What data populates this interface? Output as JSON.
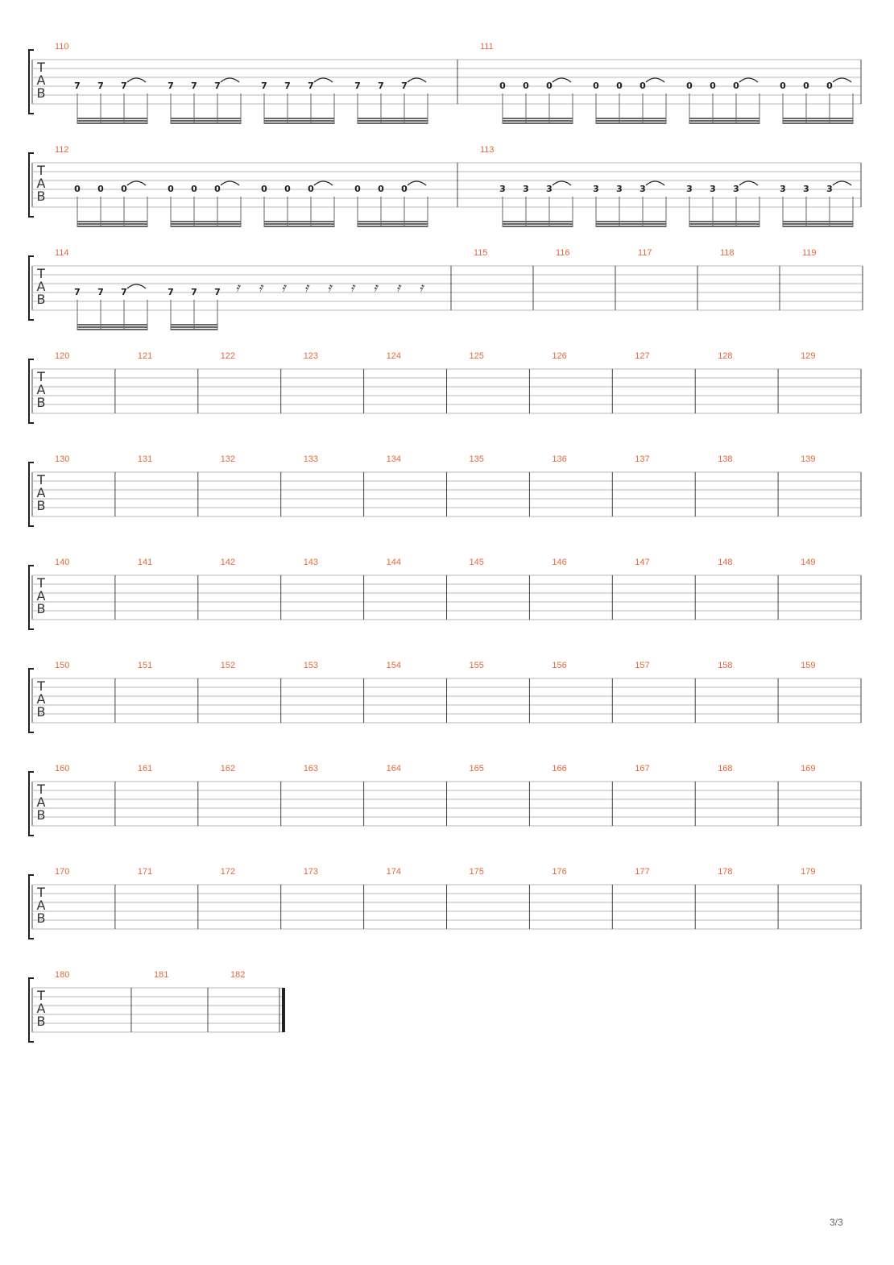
{
  "page": {
    "number": "3/3",
    "tab_clef": [
      "T",
      "A",
      "B"
    ],
    "rest_symbol": "𝄿",
    "colors": {
      "measure_number": "#e8663a",
      "staff_line": "#b8b8b8",
      "barline": "#444444",
      "notation": "#1e1e1e",
      "beam": "#666666"
    }
  },
  "systems": [
    {
      "measures": [
        {
          "number": "110",
          "frets": [
            "7",
            "7",
            "7",
            "7",
            "7",
            "7",
            "7",
            "7",
            "7",
            "7",
            "7",
            "7"
          ]
        },
        {
          "number": "111",
          "frets": [
            "0",
            "0",
            "0",
            "0",
            "0",
            "0",
            "0",
            "0",
            "0",
            "0",
            "0",
            "0"
          ]
        }
      ]
    },
    {
      "measures": [
        {
          "number": "112",
          "frets": [
            "0",
            "0",
            "0",
            "0",
            "0",
            "0",
            "0",
            "0",
            "0",
            "0",
            "0",
            "0"
          ]
        },
        {
          "number": "113",
          "frets": [
            "3",
            "3",
            "3",
            "3",
            "3",
            "3",
            "3",
            "3",
            "3",
            "3",
            "3",
            "3"
          ]
        }
      ]
    },
    {
      "measures": [
        {
          "number": "114",
          "frets": [
            "7",
            "7",
            "7",
            "7",
            "7",
            "7"
          ],
          "rests": 9
        },
        {
          "number": "115"
        },
        {
          "number": "116"
        },
        {
          "number": "117"
        },
        {
          "number": "118"
        },
        {
          "number": "119"
        }
      ]
    },
    {
      "measures": [
        {
          "number": "120"
        },
        {
          "number": "121"
        },
        {
          "number": "122"
        },
        {
          "number": "123"
        },
        {
          "number": "124"
        },
        {
          "number": "125"
        },
        {
          "number": "126"
        },
        {
          "number": "127"
        },
        {
          "number": "128"
        },
        {
          "number": "129"
        }
      ]
    },
    {
      "measures": [
        {
          "number": "130"
        },
        {
          "number": "131"
        },
        {
          "number": "132"
        },
        {
          "number": "133"
        },
        {
          "number": "134"
        },
        {
          "number": "135"
        },
        {
          "number": "136"
        },
        {
          "number": "137"
        },
        {
          "number": "138"
        },
        {
          "number": "139"
        }
      ]
    },
    {
      "measures": [
        {
          "number": "140"
        },
        {
          "number": "141"
        },
        {
          "number": "142"
        },
        {
          "number": "143"
        },
        {
          "number": "144"
        },
        {
          "number": "145"
        },
        {
          "number": "146"
        },
        {
          "number": "147"
        },
        {
          "number": "148"
        },
        {
          "number": "149"
        }
      ]
    },
    {
      "measures": [
        {
          "number": "150"
        },
        {
          "number": "151"
        },
        {
          "number": "152"
        },
        {
          "number": "153"
        },
        {
          "number": "154"
        },
        {
          "number": "155"
        },
        {
          "number": "156"
        },
        {
          "number": "157"
        },
        {
          "number": "158"
        },
        {
          "number": "159"
        }
      ]
    },
    {
      "measures": [
        {
          "number": "160"
        },
        {
          "number": "161"
        },
        {
          "number": "162"
        },
        {
          "number": "163"
        },
        {
          "number": "164"
        },
        {
          "number": "165"
        },
        {
          "number": "166"
        },
        {
          "number": "167"
        },
        {
          "number": "168"
        },
        {
          "number": "169"
        }
      ]
    },
    {
      "measures": [
        {
          "number": "170"
        },
        {
          "number": "171"
        },
        {
          "number": "172"
        },
        {
          "number": "173"
        },
        {
          "number": "174"
        },
        {
          "number": "175"
        },
        {
          "number": "176"
        },
        {
          "number": "177"
        },
        {
          "number": "178"
        },
        {
          "number": "179"
        }
      ]
    },
    {
      "measures": [
        {
          "number": "180"
        },
        {
          "number": "181"
        },
        {
          "number": "182"
        }
      ],
      "final_barline": true
    }
  ]
}
